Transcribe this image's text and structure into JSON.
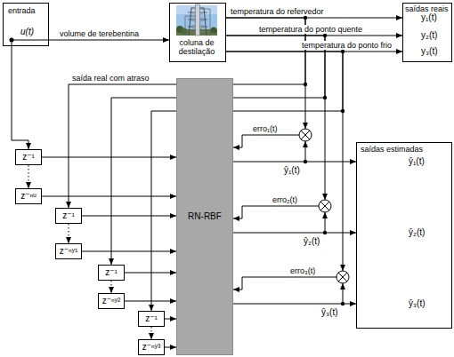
{
  "diagram": {
    "nodes": [
      {
        "text": [
          "entrada",
          "u(t)"
        ]
      },
      {
        "text": [
          "coluna de destilação"
        ]
      },
      {
        "text": [
          "saídas reais",
          "y₁(t)",
          "y₂(t)",
          "y₃(t)"
        ]
      },
      {
        "text": [
          "z⁻¹"
        ]
      },
      {
        "text": [
          "z⁻ⁿᵘ"
        ]
      },
      {
        "text": [
          "z⁻¹"
        ]
      },
      {
        "text": [
          "z⁻ⁿʸ¹"
        ]
      },
      {
        "text": [
          "z⁻¹"
        ]
      },
      {
        "text": [
          "z⁻ⁿʸ²"
        ]
      },
      {
        "text": [
          "z⁻¹"
        ]
      },
      {
        "text": [
          "z⁻ⁿʸ³"
        ]
      },
      {
        "text": [
          "RN-RBF"
        ]
      },
      {
        "text": [
          "saídas estimadas",
          "ŷ₁(t)",
          "ŷ₂(t)",
          "ŷ₃(t)"
        ]
      }
    ],
    "edges": [
      {
        "from": 0,
        "to": 1,
        "label": "volume de terebentina",
        "arrow": "to"
      },
      {
        "from": 1,
        "to": 2,
        "label": "temperatura do refervedor",
        "arrow": "to"
      },
      {
        "from": 1,
        "to": 2,
        "label": "temperatura do ponto quente",
        "arrow": "to"
      },
      {
        "from": 1,
        "to": 2,
        "label": "temperatura do ponto frio",
        "arrow": "to"
      },
      {
        "from": 0,
        "to": 3,
        "arrow": "to"
      },
      {
        "from": 3,
        "to": 4,
        "arrow": "to"
      },
      {
        "from": 5,
        "to": 6,
        "arrow": "to"
      },
      {
        "from": 7,
        "to": 8,
        "arrow": "to"
      },
      {
        "from": 9,
        "to": 10,
        "arrow": "to"
      },
      {
        "from": 1,
        "to": 5,
        "label": "saída real com atraso",
        "arrow": "to"
      },
      {
        "from": 1,
        "to": 7,
        "arrow": "to"
      },
      {
        "from": 1,
        "to": 9,
        "arrow": "to"
      },
      {
        "from": 3,
        "to": 11,
        "arrow": "to"
      },
      {
        "from": 4,
        "to": 11,
        "arrow": "to"
      },
      {
        "from": 5,
        "to": 11,
        "arrow": "to"
      },
      {
        "from": 6,
        "to": 11,
        "arrow": "to"
      },
      {
        "from": 7,
        "to": 11,
        "arrow": "to"
      },
      {
        "from": 8,
        "to": 11,
        "arrow": "to"
      },
      {
        "from": 9,
        "to": 11,
        "arrow": "to"
      },
      {
        "from": 10,
        "to": 11,
        "arrow": "to"
      },
      {
        "from": 11,
        "to": 12,
        "arrow": "to"
      },
      {
        "from": 11,
        "to": 12,
        "arrow": "to"
      },
      {
        "from": 11,
        "to": 12,
        "arrow": "to"
      }
    ],
    "labels": [
      "erro₁(t)",
      "erro₂(t)",
      "erro₃(t)",
      "ŷ₁(t)",
      "ŷ₂(t)",
      "ŷ₃(t)"
    ]
  }
}
